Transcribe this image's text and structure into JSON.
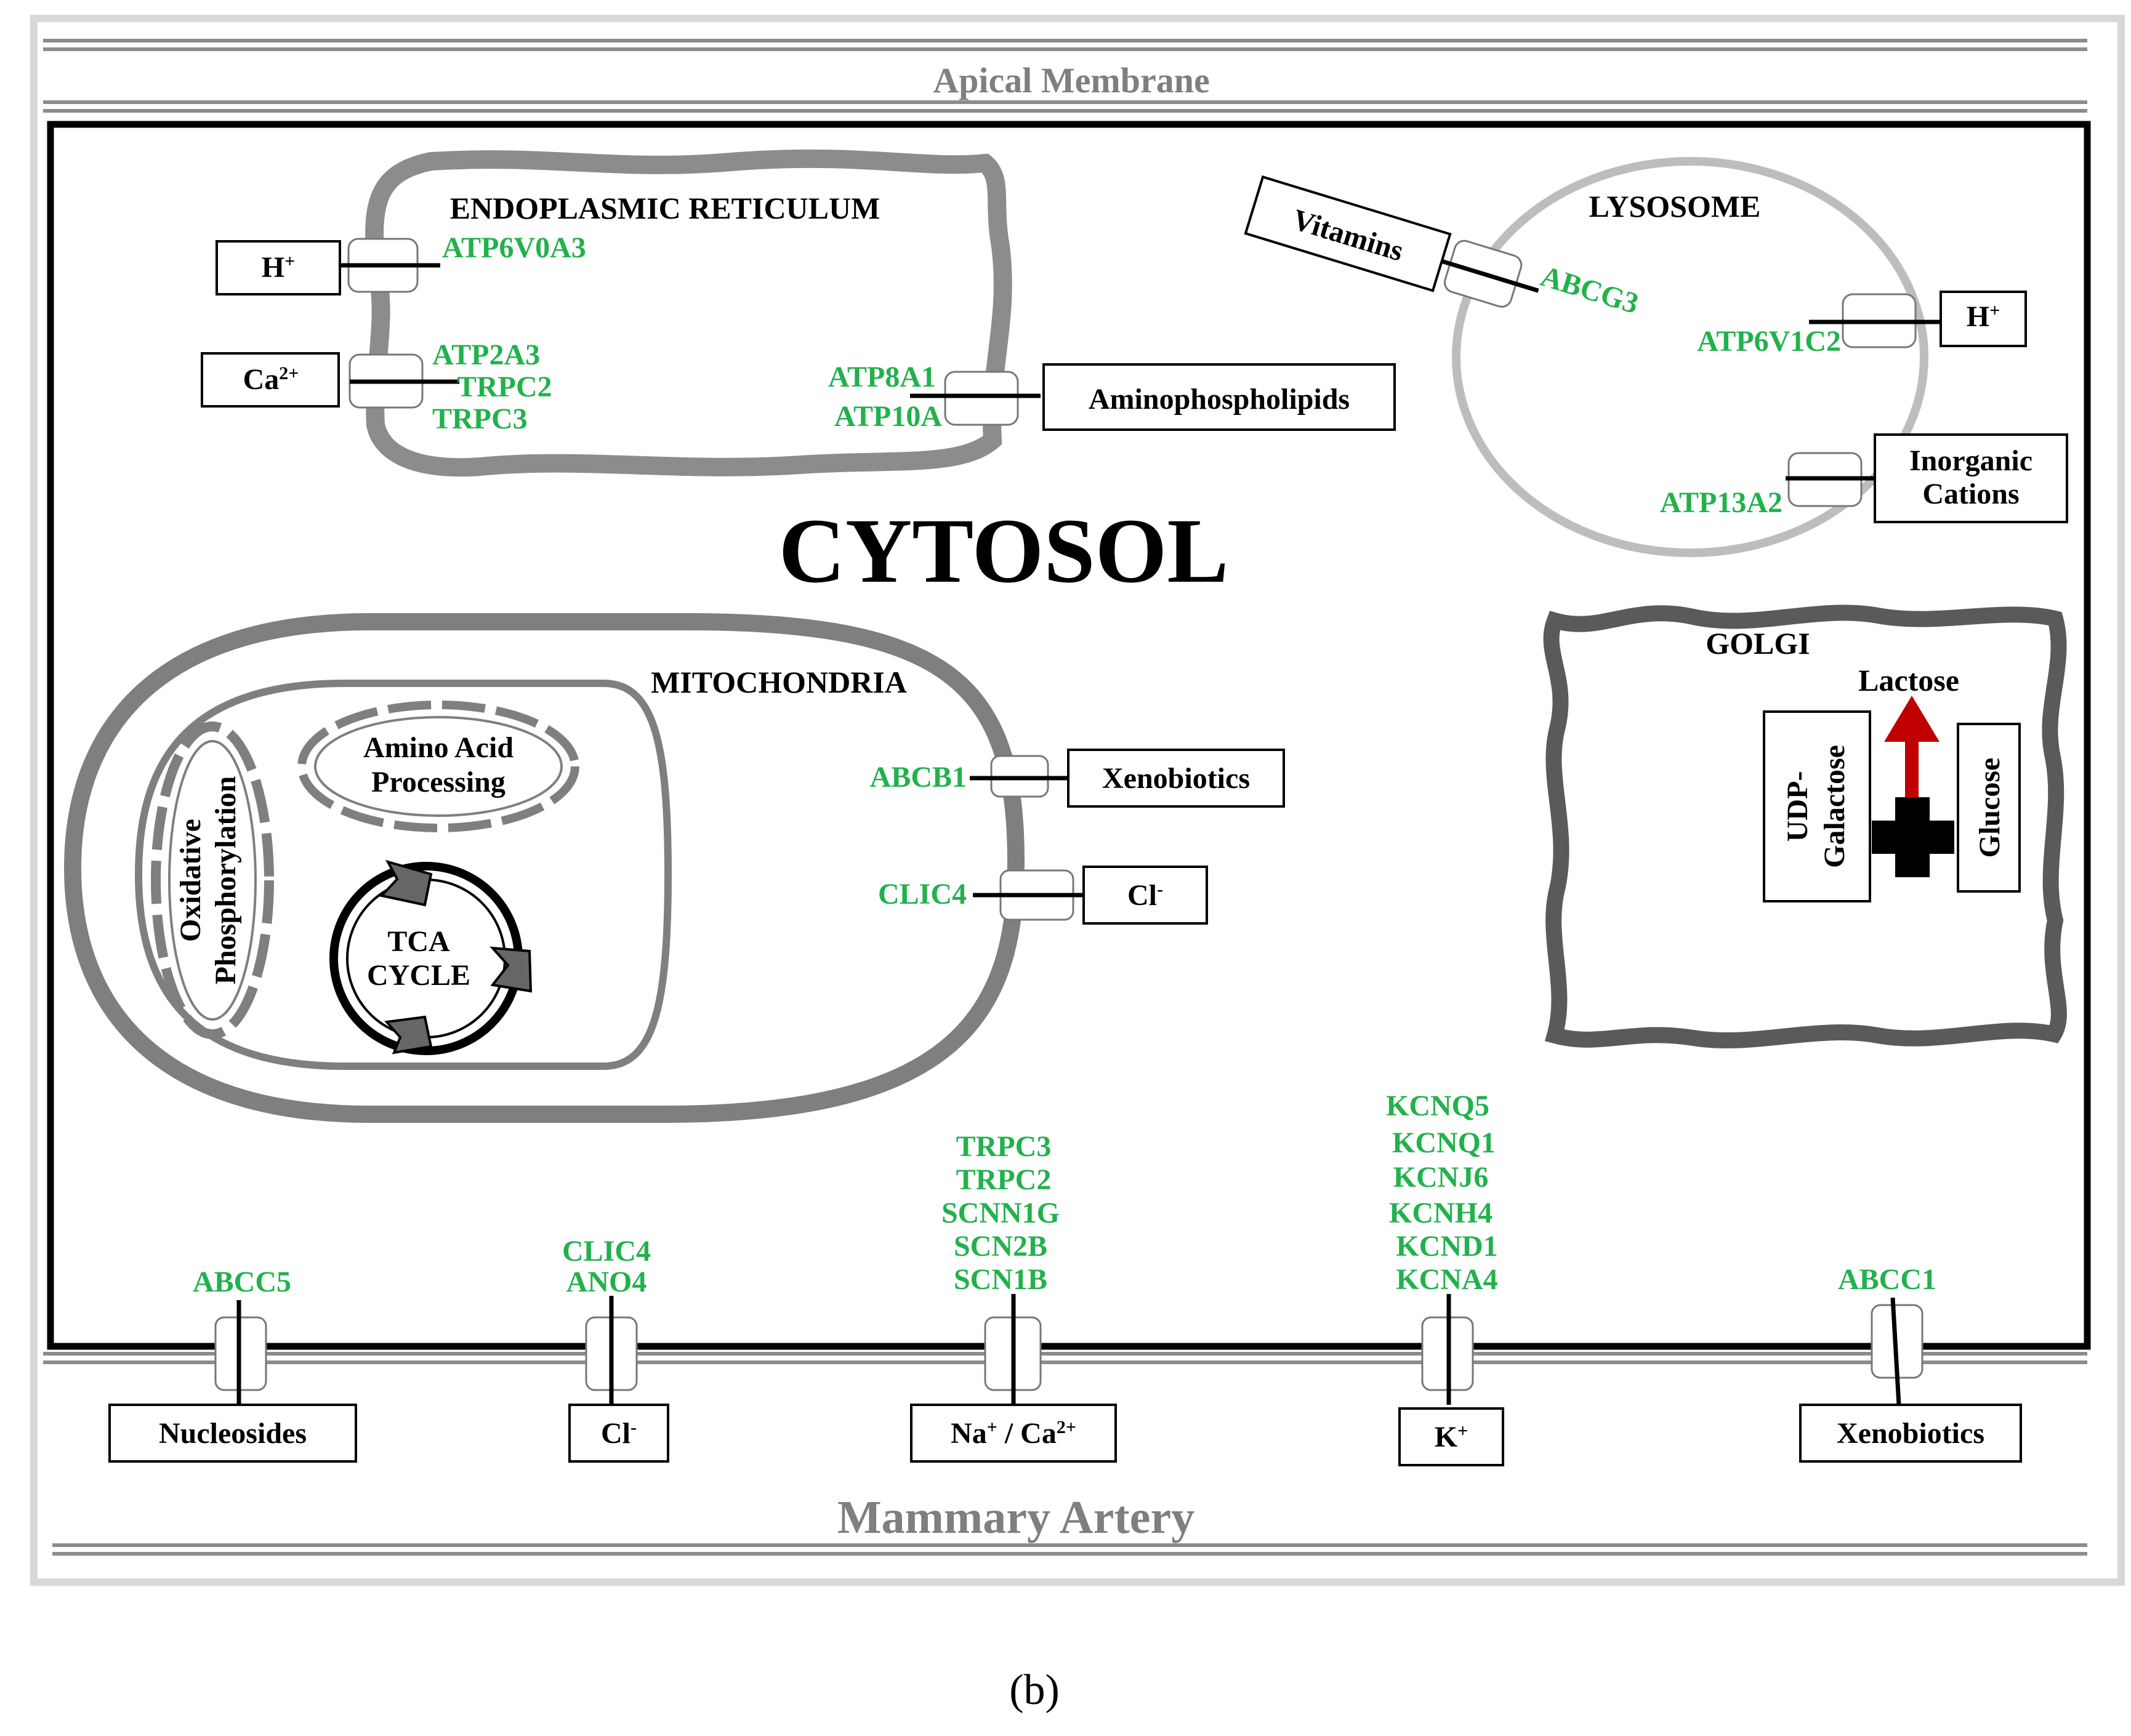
{
  "regions": {
    "apical_membrane": "Apical Membrane",
    "cytosol": "CYTOSOL",
    "mammary_artery": "Mammary Artery",
    "panel_label": "(b)"
  },
  "er": {
    "title": "ENDOPLASMIC RETICULUM",
    "h_box": "H",
    "h_sup": "+",
    "h_gene": "ATP6V0A3",
    "ca_box": "Ca",
    "ca_sup": "2+",
    "ca_genes": [
      "ATP2A3",
      "TRPC2",
      "TRPC3"
    ],
    "amino_genes": [
      "ATP8A1",
      "ATP10A"
    ],
    "amino_box": "Aminophospholipids"
  },
  "lysosome": {
    "title": "LYSOSOME",
    "vitamins_box": "Vitamins",
    "vitamins_gene": "ABCG3",
    "h_box": "H",
    "h_sup": "+",
    "h_gene": "ATP6V1C2",
    "cations_box": [
      "Inorganic",
      "Cations"
    ],
    "cations_gene": "ATP13A2"
  },
  "golgi": {
    "title": "GOLGI",
    "product": "Lactose",
    "left_substrate": [
      "UDP-",
      "Galactose"
    ],
    "right_substrate": "Glucose",
    "arrow_color": "#c00000"
  },
  "mitochondria": {
    "title": "MITOCHONDRIA",
    "ox_phos": [
      "Oxidative",
      "Phosphorylation"
    ],
    "amino_acid": [
      "Amino Acid",
      "Processing"
    ],
    "tca": [
      "TCA",
      "CYCLE"
    ],
    "xeno_gene": "ABCB1",
    "xeno_box": "Xenobiotics",
    "cl_gene": "CLIC4",
    "cl_box": "Cl",
    "cl_sup": "-"
  },
  "basal": {
    "nucleosides": {
      "genes": [
        "ABCC5"
      ],
      "box": "Nucleosides",
      "sup": ""
    },
    "chloride": {
      "genes": [
        "CLIC4",
        "ANO4"
      ],
      "box": "Cl",
      "sup": "-"
    },
    "na_ca": {
      "genes": [
        "TRPC3",
        "TRPC2",
        "SCNN1G",
        "SCN2B",
        "SCN1B"
      ],
      "box_a": "Na",
      "sup_a": "+",
      "box_b": "/ Ca",
      "sup_b": "2+"
    },
    "potassium": {
      "genes": [
        "KCNQ5",
        "KCNQ1",
        "KCNJ6",
        "KCNH4",
        "KCND1",
        "KCNA4"
      ],
      "box": "K",
      "sup": "+"
    },
    "xenobiotics": {
      "genes": [
        "ABCC1"
      ],
      "box": "Xenobiotics",
      "sup": ""
    }
  },
  "colors": {
    "gene_green": "#22b14c",
    "membrane_gray": "#8c8c8c",
    "region_text_gray": "#7f7f7f"
  }
}
